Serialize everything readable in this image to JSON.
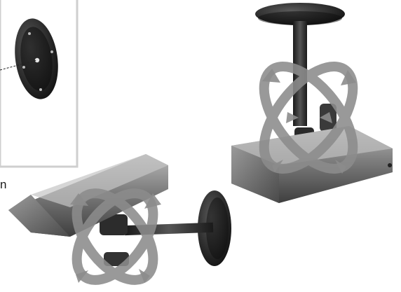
{
  "caption": {
    "text": "n"
  },
  "icons": {
    "detail_view": "wall-mount-plate-detail",
    "ceiling_camera": "ceiling-mounted-camera",
    "wall_camera": "wall-mounted-camera",
    "rotation": "rotation-arrows-icon"
  },
  "colors": {
    "frame": "#cfcfcf",
    "camera_body": "#6e6e6e",
    "camera_dark": "#2b2b2b",
    "arrow": "#8c8c8c",
    "plate": "#1c1c1c"
  }
}
